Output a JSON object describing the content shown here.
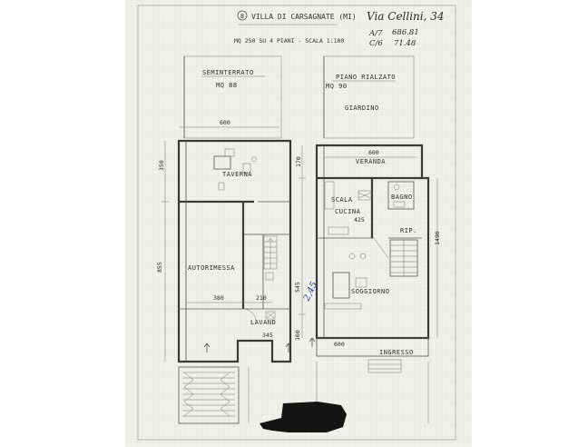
{
  "header": {
    "sheet_number": "8",
    "title": "VILLA DI CARSAGNATE (MI)",
    "subtitle": "MQ 250 SU 4 PIANI - SCALA 1:100"
  },
  "handwritten": {
    "address": "Via Cellini, 34",
    "note_1_label": "A/7",
    "note_1_value": "686.81",
    "note_2_label": "C/6",
    "note_2_value": "71.48",
    "margin_note": "2,45"
  },
  "plan_left": {
    "title": "SEMINTERRATO",
    "area": "MQ 88",
    "rooms": {
      "taverna": "TAVERNA",
      "autorimessa": "AUTORIMESSA",
      "lavand": "LAVAND"
    },
    "dims": {
      "top_width": "600",
      "left_h1": "350",
      "left_total": "855",
      "garage_w": "380",
      "service_w": "210",
      "bottom_small": "345"
    }
  },
  "plan_right": {
    "title": "PIANO RIALZATO",
    "area": "MQ 90",
    "rooms": {
      "giardino": "GIARDINO",
      "veranda": "VERANDA",
      "cucina": "CUCINA",
      "bagno": "BAGNO",
      "rip": "RIP.",
      "soggiorno": "SOGGIORNO",
      "ingresso": "INGRESSO",
      "scala": "SCALA"
    },
    "dims": {
      "veranda_w": "600",
      "cucina_w": "425",
      "right_h": "1490",
      "left_h1": "170",
      "left_h2": "545",
      "left_h3": "160",
      "bottom_w": "600"
    }
  },
  "colors": {
    "paper": "#f1f1ec",
    "grid": "#d9dbd6",
    "ink": "#3a3a3a",
    "redaction": "#141414"
  }
}
